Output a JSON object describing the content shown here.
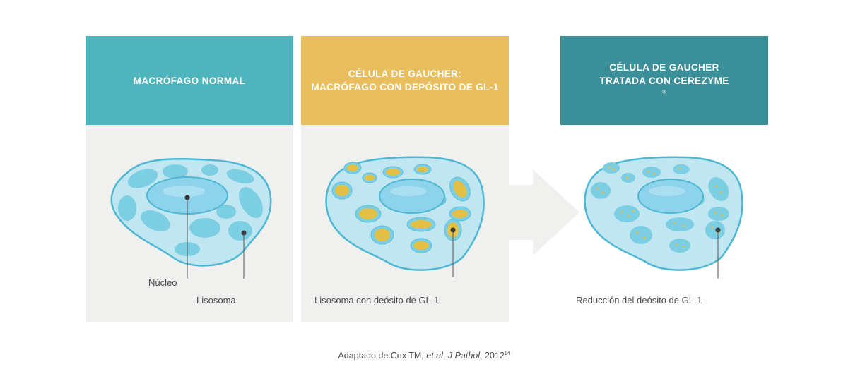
{
  "panels": [
    {
      "id": "normal",
      "title_line1": "MACRÓFAGO NORMAL",
      "title_line2": "",
      "header_color": "#4fb5bd",
      "labels": {
        "nucleus": "Núcleo",
        "lysosome": "Lisosoma"
      }
    },
    {
      "id": "gaucher",
      "title_line1": "CÉLULA DE GAUCHER:",
      "title_line2": "MACRÓFAGO CON DEPÓSITO DE GL-1",
      "header_color": "#e8be5e",
      "labels": {
        "lysosome": "Lisosoma con deósito de GL-1"
      }
    },
    {
      "id": "treated",
      "title_line1": "CÉLULA DE GAUCHER",
      "title_line2": "TRATADA CON CEREZYME",
      "title_sup": "®",
      "header_color": "#3a8f98",
      "labels": {
        "lysosome": "Reducción del deósito de GL-1"
      }
    }
  ],
  "caption": {
    "prefix": "Adaptado de Cox TM, ",
    "etal": "et al",
    "sep": ", ",
    "journal": "J Pathol",
    "suffix": ", 2012",
    "ref": "14"
  },
  "colors": {
    "cell_fill": "#bfe6f1",
    "cell_stroke": "#4eb7d3",
    "lysosome_fill": "#7ccfe2",
    "nucleus_fill": "#8dd3ec",
    "gl1_deposit": "#e3c043",
    "panel_bg": "#f0f0ee",
    "arrow": "#f0f0ee"
  }
}
